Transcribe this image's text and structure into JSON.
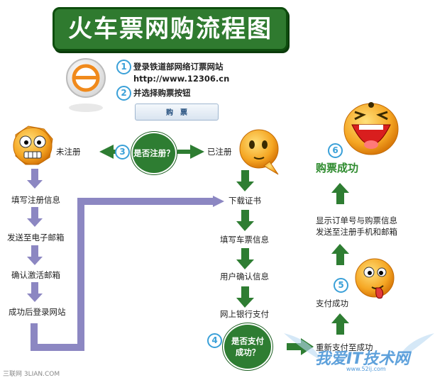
{
  "title": "火车票网购流程图",
  "intro": {
    "step1_num": "1",
    "step1_line1": "登录铁道部网络订票网站",
    "step1_url": "http://www.12306.cn",
    "step2_num": "2",
    "step2_text": "并选择购票按钮",
    "browser_button_label": "购　票"
  },
  "decision_register": {
    "num": "3",
    "question": "是否注册？",
    "left_label": "未注册",
    "right_label": "已注册"
  },
  "unregistered_steps": [
    "填写注册信息",
    "发送至电子邮箱",
    "确认激活邮箱",
    "成功后登录网站"
  ],
  "registered_steps": [
    "下载证书",
    "填写车票信息",
    "用户确认信息",
    "网上银行支付"
  ],
  "decision_pay": {
    "num": "4",
    "line1": "是否支付",
    "line2": "成功？"
  },
  "right_steps": {
    "retry": "重新支付至成功",
    "num5": "5",
    "pay_success": "支付成功",
    "show_line1": "显示订单号与购票信息",
    "show_line2": "发送至注册手机和邮箱",
    "num6": "6",
    "final": "购票成功"
  },
  "watermarks": {
    "left": "三联网 3LIAN.COM",
    "right_main": "我爱IT技术网",
    "right_url": "www.52ij.com"
  },
  "colors": {
    "green": "#2e7d32",
    "purple": "#8c87c2",
    "blue": "#3aa0d8",
    "orange": "#f5a623"
  }
}
